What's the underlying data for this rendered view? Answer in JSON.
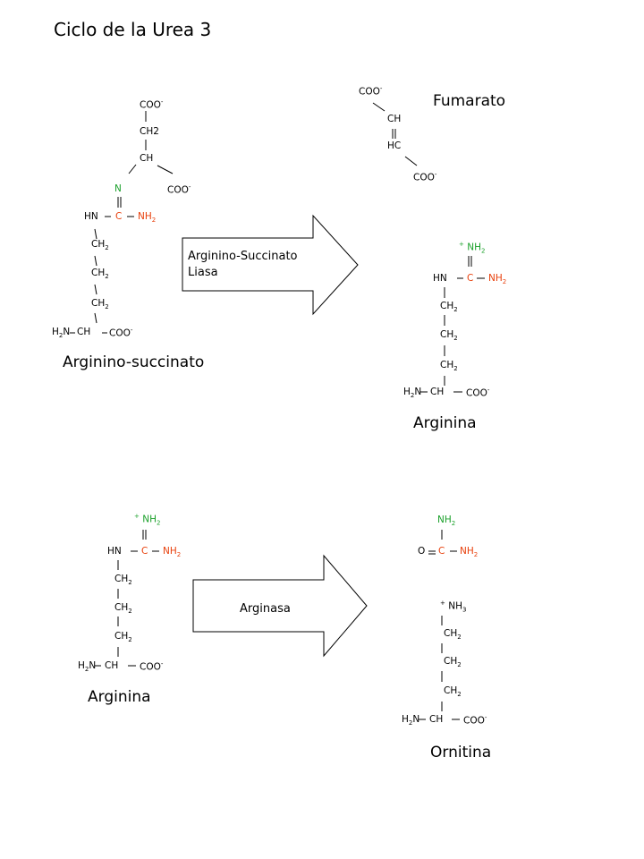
{
  "title": "Ciclo de la Urea 3",
  "molecules": {
    "arginino_succinato": {
      "name": "Arginino-succinato",
      "coo_top": "COO",
      "ch2": "CH2",
      "ch": "CH",
      "n": "N",
      "coo_right": "COO",
      "hn": "HN",
      "c": "C",
      "nh2": "NH",
      "ch2_a": "CH",
      "ch2_b": "CH",
      "ch2_c": "CH",
      "h2n": "H",
      "ch_bottom": "CH",
      "coo_bottom": "COO"
    },
    "fumarato": {
      "name": "Fumarato",
      "coo_top": "COO",
      "ch": "CH",
      "hc": "HC",
      "coo_bottom": "COO"
    },
    "arginina_1": {
      "name": "Arginina",
      "nh2_top": "NH",
      "hn": "HN",
      "c": "C",
      "nh2": "NH",
      "ch2_a": "CH",
      "ch2_b": "CH",
      "ch2_c": "CH",
      "h2n": "H",
      "ch_bottom": "CH",
      "coo_bottom": "COO"
    },
    "arginina_2": {
      "name": "Arginina",
      "nh2_top": "NH",
      "hn": "HN",
      "c": "C",
      "nh2": "NH",
      "ch2_a": "CH",
      "ch2_b": "CH",
      "ch2_c": "CH",
      "h2n": "H",
      "ch_bottom": "CH",
      "coo_bottom": "COO"
    },
    "urea": {
      "nh2_top": "NH",
      "o": "O",
      "c": "C",
      "nh2": "NH"
    },
    "ornitina": {
      "name": "Ornitina",
      "nh3": "NH",
      "ch2_a": "CH",
      "ch2_b": "CH",
      "ch2_c": "CH",
      "h2n": "H",
      "ch_bottom": "CH",
      "coo_bottom": "COO"
    }
  },
  "enzymes": {
    "liasa": "Arginino-Succinato\nLiasa",
    "arginasa": "Arginasa"
  },
  "symbols": {
    "minus": "-",
    "plus": "+",
    "sub2": "2",
    "sub3": "3",
    "n_h2": "2N"
  }
}
